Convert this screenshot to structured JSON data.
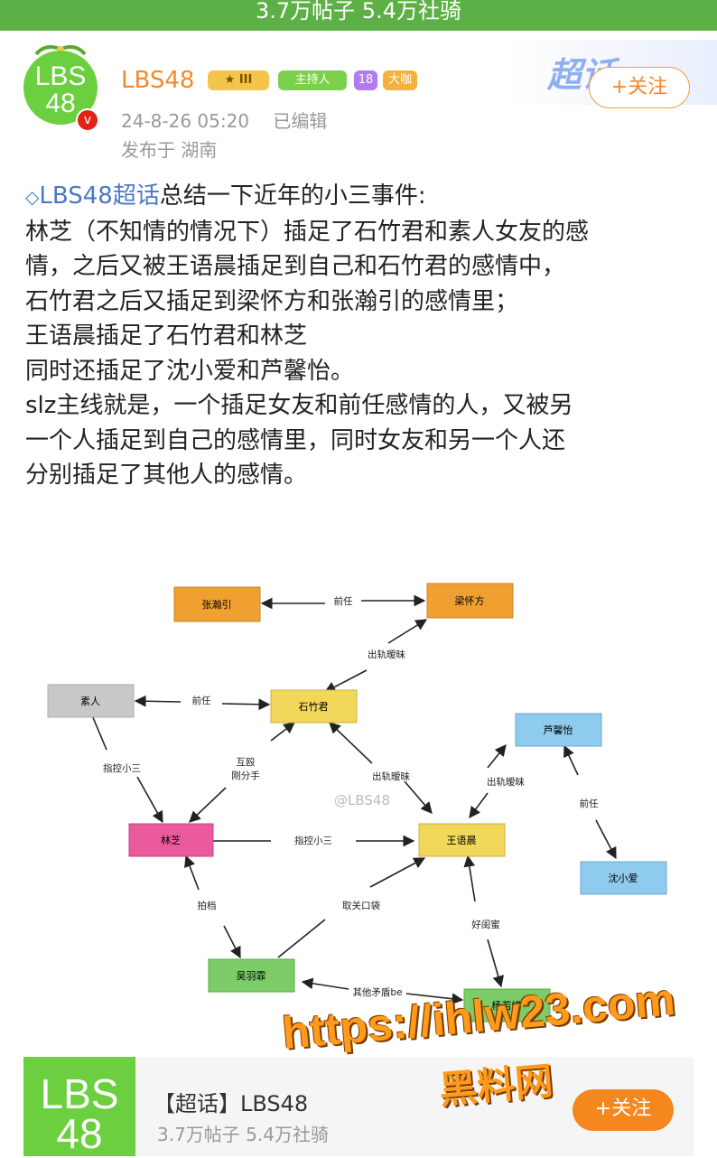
{
  "topbar": {
    "stats": "3.7万帖子 5.4万社骑"
  },
  "decor_text": "超话",
  "post": {
    "avatar_line1": "LBS",
    "avatar_line2": "48",
    "verified_mark": "v",
    "username": "LBS48",
    "badges": [
      "★ III",
      "主持人",
      "18",
      "大咖"
    ],
    "follow_label": "+关注",
    "date": "24-8-26 05:20",
    "edited": "已编辑",
    "location": "发布于 湖南",
    "topic_tag": "LBS48超话",
    "lines": [
      "总结一下近年的小三事件:",
      "林芝（不知情的情况下）插足了石竹君和素人女友的感",
      "情，之后又被王语晨插足到自己和石竹君的感情中，",
      "石竹君之后又插足到梁怀方和张瀚引的感情里；",
      "王语晨插足了石竹君和林芝",
      "同时还插足了沈小爱和芦馨怡。",
      "slz主线就是，一个插足女友和前任感情的人，又被另",
      "一个人插足到自己的感情里，同时女友和另一个人还",
      "分别插足了其他人的感情。"
    ]
  },
  "diagram": {
    "nodes": {
      "zhang": "张瀚引",
      "liang": "梁怀方",
      "suren": "素人",
      "shi": "石竹君",
      "lu": "芦馨怡",
      "lin": "林芝",
      "wang": "王语晨",
      "shen": "沈小爱",
      "wu": "吴羽霏",
      "yang": "杨若惜"
    },
    "edges": {
      "zhang_liang": "前任",
      "liang_shi": "出轨暧昧",
      "suren_shi": "前任",
      "suren_lin": "指控小三",
      "lin_shi_1": "互殴",
      "lin_shi_2": "刚分手",
      "shi_wang": "出轨暧昧",
      "lu_wang": "出轨暧昧",
      "lu_shen": "前任",
      "lin_wang": "指控小三",
      "lin_wu": "拍档",
      "wu_wang": "取关口袋",
      "wang_yang": "好闺蜜",
      "wu_yang": "其他矛盾be"
    },
    "watermark": "@LBS48",
    "colors": {
      "orange": "#f0a030",
      "gray": "#c8c8c8",
      "yellow": "#f2d85a",
      "blue": "#8fcbee",
      "pink": "#ec5a9e",
      "green": "#7ccc6a"
    }
  },
  "overlay": {
    "url": "https://ihlw23.com",
    "site": "黑料网"
  },
  "footer": {
    "avatar_line1": "LBS",
    "avatar_line2": "48",
    "title": "【超话】LBS48",
    "stats": "3.7万帖子 5.4万社骑",
    "follow_label": "+关注"
  }
}
